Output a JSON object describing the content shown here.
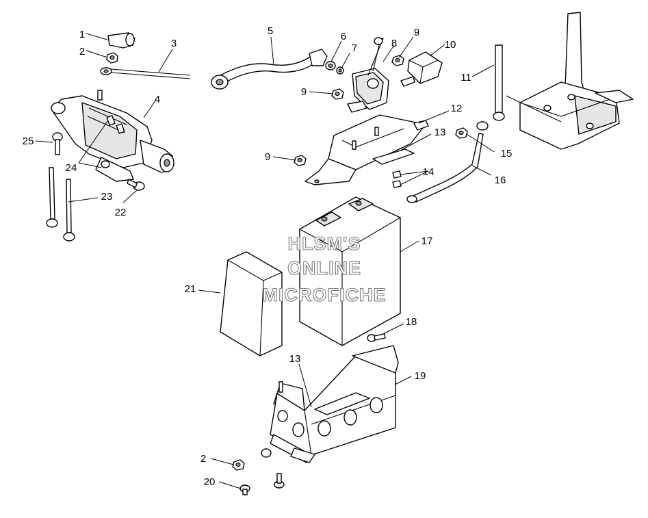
{
  "watermark": {
    "line1": "HLSM'S",
    "line2": "ONLINE",
    "line3": "MICROFICHE"
  },
  "callouts": {
    "c1": "1",
    "c2a": "2",
    "c2b": "2",
    "c3": "3",
    "c4": "4",
    "c5": "5",
    "c6": "6",
    "c7": "7",
    "c8": "8",
    "c9a": "9",
    "c9b": "9",
    "c9c": "9",
    "c10": "10",
    "c11": "11",
    "c12": "12",
    "c13a": "13",
    "c13b": "13",
    "c14": "14",
    "c15": "15",
    "c16": "16",
    "c17": "17",
    "c18": "18",
    "c19": "19",
    "c20": "20",
    "c21": "21",
    "c22": "22",
    "c23": "23",
    "c24": "24",
    "c25": "25"
  }
}
